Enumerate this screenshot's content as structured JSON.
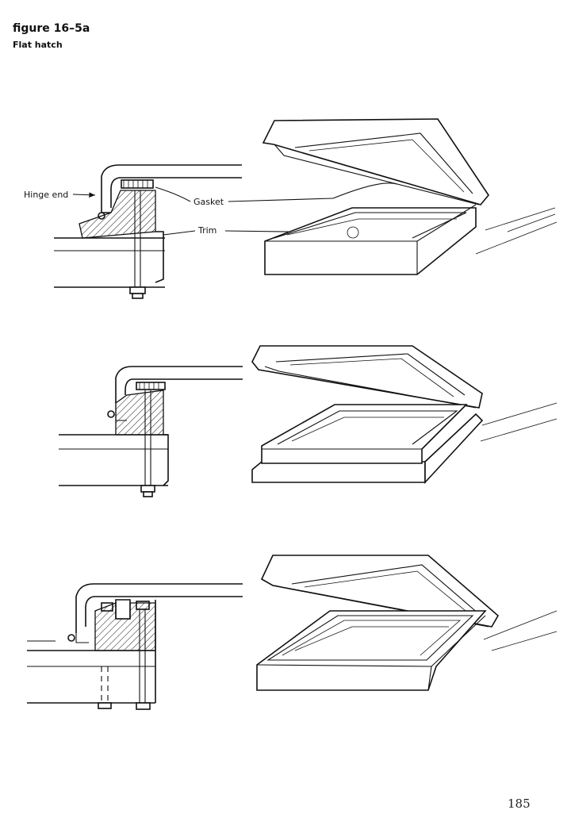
{
  "figure": {
    "title": "figure 16–5a",
    "subtitle": "Flat hatch"
  },
  "labels": {
    "hinge_end": "Hinge end",
    "gasket": "Gasket",
    "trim": "Trim"
  },
  "page_number": "185"
}
